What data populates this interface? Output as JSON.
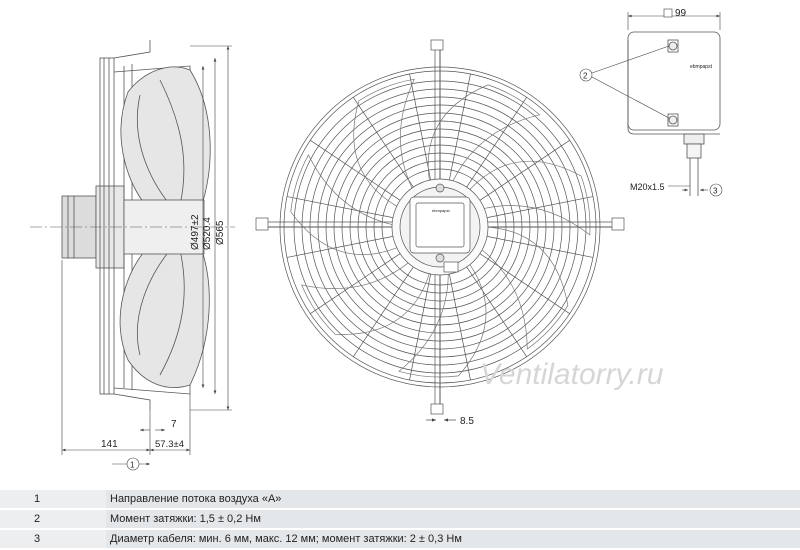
{
  "dimensions": {
    "box_width": "99",
    "cable_gland": "M20x1.5",
    "dia_inner": "Ø497±2",
    "dia_mid": "Ø520.4",
    "dia_outer": "Ø565",
    "offset_small": "7",
    "depth_total": "141",
    "depth_front": "57.3±4",
    "hole_width": "8.5"
  },
  "callouts": {
    "c1": "1",
    "c2": "2",
    "c3": "3"
  },
  "brand_mark": "ebmpapst",
  "watermark": "Ventilatorry.ru",
  "legend": [
    {
      "num": "1",
      "text": "Направление потока воздуха «A»"
    },
    {
      "num": "2",
      "text": "Момент затяжки: 1,5 ± 0,2 Нм"
    },
    {
      "num": "3",
      "text": "Диаметр кабеля: мин. 6 мм, макс. 12 мм; момент затяжки: 2 ± 0,3 Нм"
    }
  ]
}
